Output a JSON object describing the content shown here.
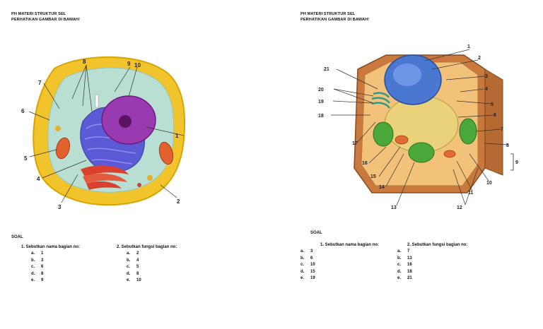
{
  "left": {
    "header_line1": "PH MATERI STRUKTUR SEL",
    "header_line2": "PERHATIKAN GAMBAR DI BAWAH!",
    "labels": [
      "1",
      "2",
      "3",
      "4",
      "5",
      "6",
      "7",
      "8",
      "9",
      "10"
    ],
    "soal": "SOAL",
    "q1": {
      "title": "1.   Sebutkan nama bagian no:",
      "items": [
        {
          "letter": "a.",
          "value": "1"
        },
        {
          "letter": "b.",
          "value": "3"
        },
        {
          "letter": "c.",
          "value": "6"
        },
        {
          "letter": "d.",
          "value": "8"
        },
        {
          "letter": "e.",
          "value": "9"
        }
      ]
    },
    "q2": {
      "title": "2.   Sebutkan fungsi bagian no:",
      "items": [
        {
          "letter": "a.",
          "value": "2"
        },
        {
          "letter": "b.",
          "value": "4"
        },
        {
          "letter": "c.",
          "value": "5"
        },
        {
          "letter": "d.",
          "value": "8"
        },
        {
          "letter": "e.",
          "value": "10"
        }
      ]
    }
  },
  "right": {
    "header_line1": "PH MATERI STRUKTUR SEL",
    "header_line2": "PERHATIKAN GAMBAR DI BAWAH!",
    "labels": [
      "1",
      "2",
      "3",
      "4",
      "5",
      "6",
      "7",
      "8",
      "9",
      "10",
      "11",
      "12",
      "13",
      "14",
      "15",
      "16",
      "17",
      "18",
      "19",
      "20",
      "21"
    ],
    "soal": "SOAL",
    "q1": {
      "title": "1.   Sebutkan nama bagian no:",
      "items": [
        {
          "letter": "a.",
          "value": "3"
        },
        {
          "letter": "b.",
          "value": "6"
        },
        {
          "letter": "c.",
          "value": "10"
        },
        {
          "letter": "d.",
          "value": "15"
        },
        {
          "letter": "e.",
          "value": "19"
        }
      ]
    },
    "q2": {
      "title": "2.   Sebutkan fungsi bagian no:",
      "items": [
        {
          "letter": "a.",
          "value": "7"
        },
        {
          "letter": "b.",
          "value": "13"
        },
        {
          "letter": "c.",
          "value": "16"
        },
        {
          "letter": "d.",
          "value": "18"
        },
        {
          "letter": "e.",
          "value": "21"
        }
      ]
    }
  }
}
